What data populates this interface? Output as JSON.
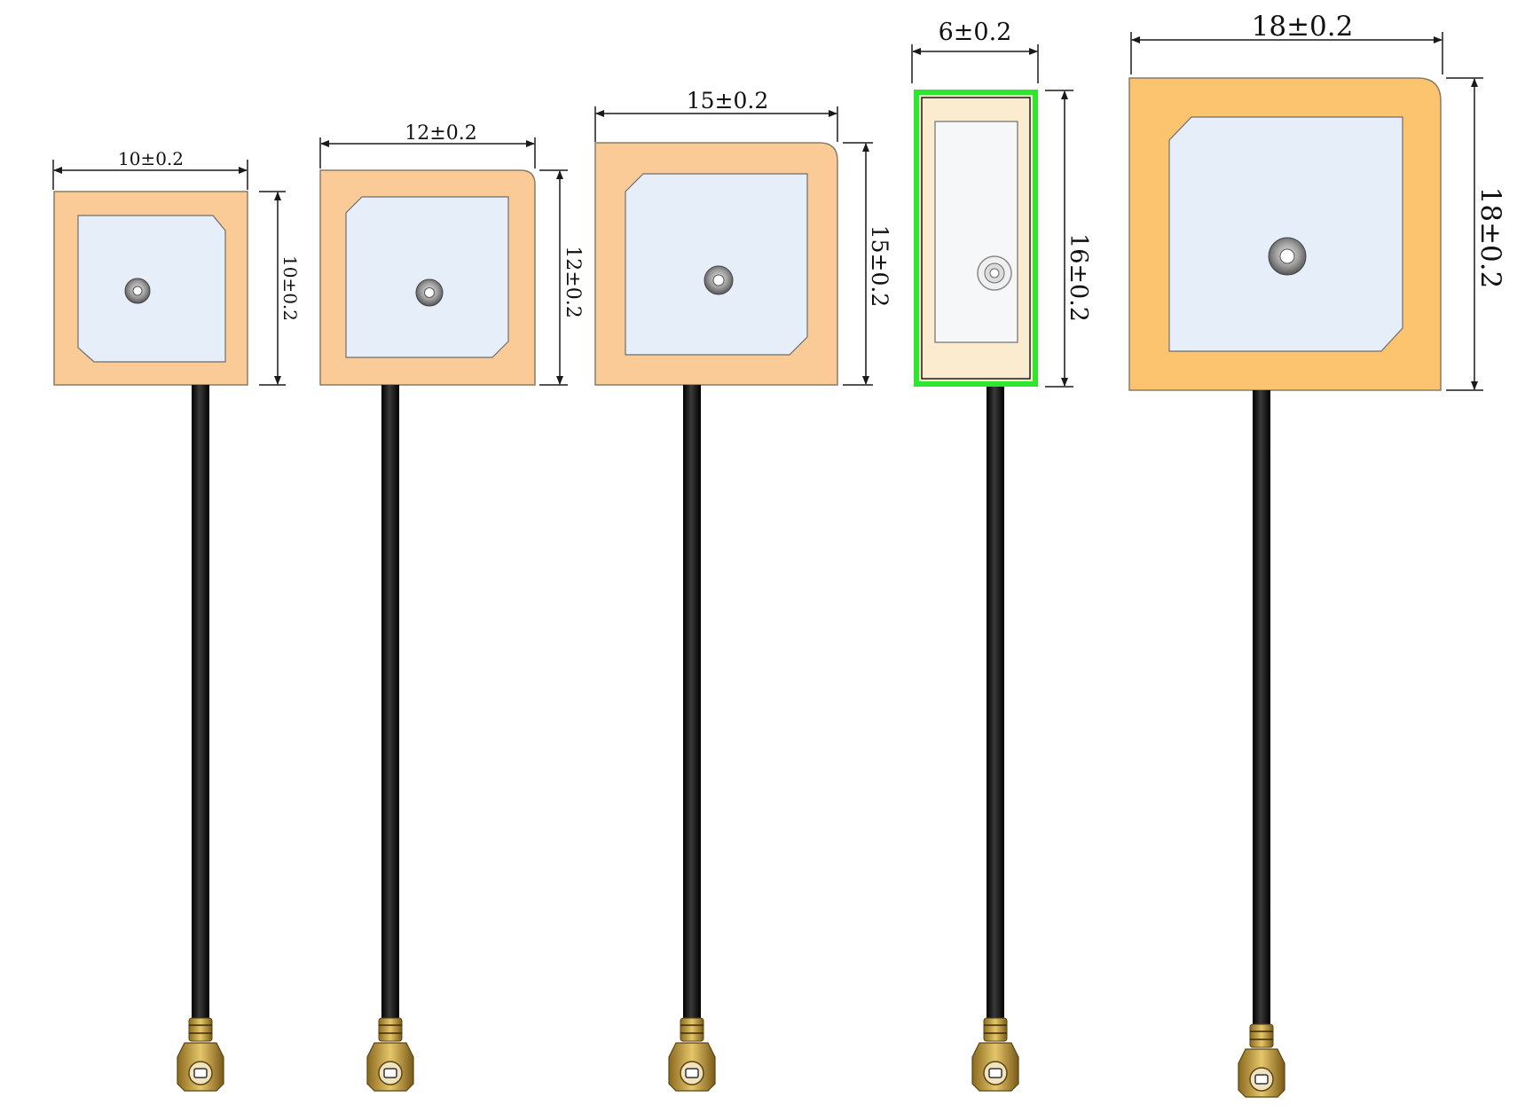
{
  "figure": {
    "background": "#ffffff",
    "colors": {
      "ceramic_tan": "#fbcb97",
      "ceramic_gold": "#fdc46f",
      "ceramic_cream": "#fbecd0",
      "patch": "#e5eef9",
      "cable": "#1a1a1a",
      "dimension_line": "#1a1a1a",
      "highlight_border": "#2ee62e",
      "connector_gold": "#c9a24d"
    },
    "antennas": [
      {
        "id": "antenna-10",
        "width_label": "10±0.2",
        "height_label": "10±0.2",
        "body_color": "ceramic_tan",
        "patch_shape": "square",
        "highlighted": false,
        "connector": "u.fl-connector-icon"
      },
      {
        "id": "antenna-12",
        "width_label": "12±0.2",
        "height_label": "12±0.2",
        "body_color": "ceramic_tan",
        "patch_shape": "square",
        "highlighted": false,
        "connector": "u.fl-connector-icon"
      },
      {
        "id": "antenna-15",
        "width_label": "15±0.2",
        "height_label": "15±0.2",
        "body_color": "ceramic_tan",
        "patch_shape": "square",
        "highlighted": false,
        "connector": "u.fl-connector-icon"
      },
      {
        "id": "antenna-6x16",
        "width_label": "6±0.2",
        "height_label": "16±0.2",
        "body_color": "ceramic_cream",
        "patch_shape": "rectangle",
        "highlighted": true,
        "connector": "u.fl-connector-icon"
      },
      {
        "id": "antenna-18",
        "width_label": "18±0.2",
        "height_label": "18±0.2",
        "body_color": "ceramic_gold",
        "patch_shape": "square",
        "highlighted": false,
        "connector": "u.fl-connector-icon"
      }
    ]
  }
}
